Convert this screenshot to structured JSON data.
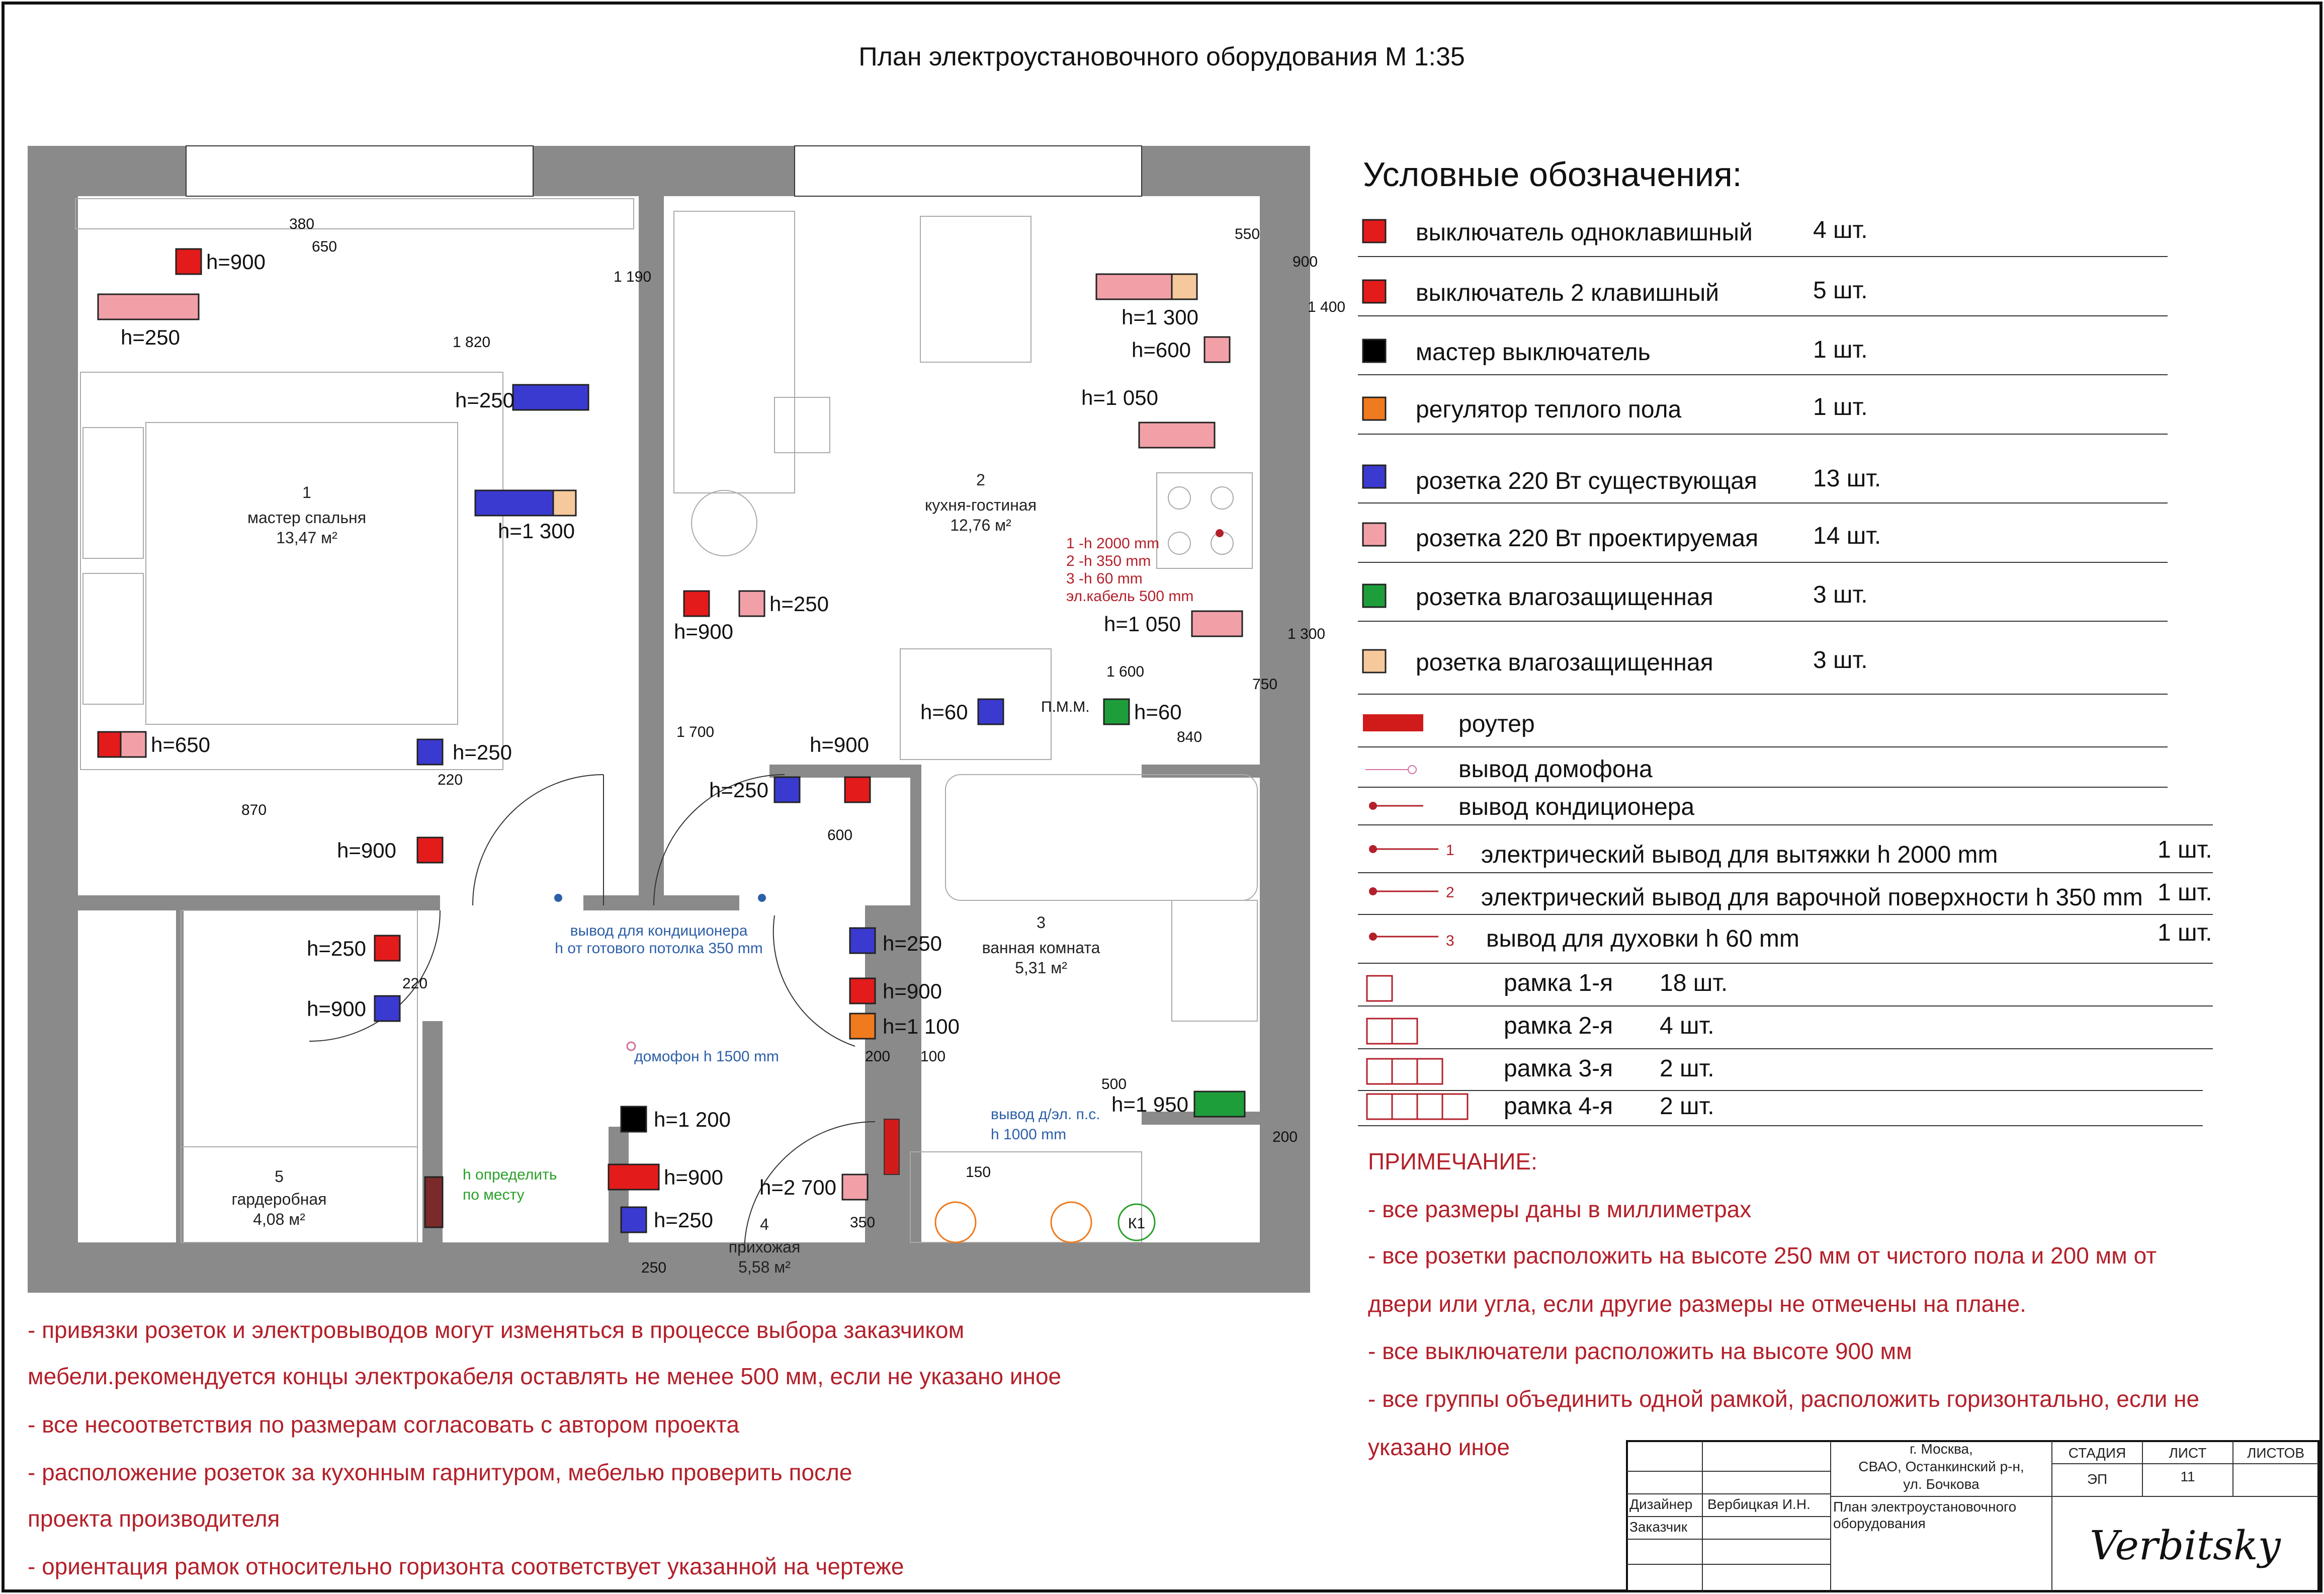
{
  "title": "План электроустановочного оборудования М 1:35",
  "rooms": [
    {
      "num": "1",
      "name": "мастер спальня",
      "area": "13,47 м²"
    },
    {
      "num": "2",
      "name": "кухня-гостиная",
      "area": "12,76 м²"
    },
    {
      "num": "3",
      "name": "ванная комната",
      "area": "5,31 м²"
    },
    {
      "num": "4",
      "name": "прихожая",
      "area": "5,58 м²"
    },
    {
      "num": "5",
      "name": "гардеробная",
      "area": "4,08 м²"
    }
  ],
  "heights": [
    "h=900",
    "h=250",
    "h=250",
    "h=1 300",
    "h=650",
    "h=250",
    "h=900",
    "h=900",
    "h=250",
    "h=900",
    "h=250",
    "h=1 300",
    "h=600",
    "h=1 050",
    "h=1 050",
    "h=60",
    "h=60",
    "h=250",
    "h=900",
    "h=250",
    "h=900",
    "h=1 100",
    "h=1 950",
    "h=1 200",
    "h=900",
    "h=250",
    "h=2 700"
  ],
  "dims": [
    "380",
    "650",
    "1 190",
    "1 820",
    "870",
    "220",
    "220",
    "1 700",
    "600",
    "550",
    "900",
    "1 400",
    "1 300",
    "750",
    "1 600",
    "840",
    "200",
    "100",
    "500",
    "150",
    "350",
    "250",
    "200"
  ],
  "kitchen_note": [
    "1 -h 2000 mm",
    "2 -h 350 mm",
    "3 -h 60 mm",
    "эл.кабель 500 mm"
  ],
  "notes_plan": {
    "ac": "вывод для кондиционера",
    "ac_h": "h от готового потолка 350 mm",
    "intercom": "домофон h 1500 mm",
    "drain": "вывод д/эл. п.с.",
    "drain_h": "h 1000 mm",
    "place": "h определить",
    "place2": "по месту",
    "pmm": "П.М.М.",
    "k1": "К1"
  },
  "legend": {
    "title": "Условные обозначения:",
    "items": [
      {
        "label": "выключатель одноклавишный",
        "count": "4 шт.",
        "color": "#e31b1b"
      },
      {
        "label": "выключатель 2 клавишный",
        "count": "5 шт.",
        "color": "#e31b1b"
      },
      {
        "label": "мастер выключатель",
        "count": "1 шт.",
        "color": "#000000"
      },
      {
        "label": "регулятор теплого пола",
        "count": "1 шт.",
        "color": "#f07a1e"
      },
      {
        "label": "розетка 220 Вт существующая",
        "count": "13 шт.",
        "color": "#3a3ad0"
      },
      {
        "label": "розетка 220 Вт проектируемая",
        "count": "14 шт.",
        "color": "#f2a0a8"
      },
      {
        "label": "розетка влагозащищенная",
        "count": "3 шт.",
        "color": "#1e9e3a"
      },
      {
        "label": "розетка влагозащищенная",
        "count": "3 шт.",
        "color": "#f5c99c"
      }
    ],
    "other": [
      {
        "label": "роутер"
      },
      {
        "label": "вывод домофона"
      },
      {
        "label": "вывод кондиционера"
      }
    ],
    "outlets": [
      {
        "num": "1",
        "label": "электрический вывод для вытяжки h 2000 mm",
        "count": "1 шт."
      },
      {
        "num": "2",
        "label": "электрический вывод для варочной поверхности h 350 mm",
        "count": "1 шт."
      },
      {
        "num": "3",
        "label": "вывод для духовки h 60 mm",
        "count": "1 шт."
      }
    ],
    "frames": [
      {
        "label": "рамка 1-я",
        "count": "18 шт."
      },
      {
        "label": "рамка 2-я",
        "count": "4 шт."
      },
      {
        "label": "рамка 3-я",
        "count": "2 шт."
      },
      {
        "label": "рамка 4-я",
        "count": "2 шт."
      }
    ]
  },
  "remarks": {
    "title": "ПРИМЕЧАНИЕ:",
    "lines": [
      "- все размеры даны в миллиметрах",
      "- все розетки расположить на высоте 250 мм от чистого пола и 200 мм от",
      "двери или угла, если другие размеры не отмечены на плане.",
      "- все выключатели расположить на высоте 900 мм",
      "- все группы объединить одной рамкой, расположить горизонтально, если не",
      "указано иное"
    ]
  },
  "bottom_notes": [
    "- привязки розеток и электровыводов могут изменяться в процессе выбора заказчиком",
    "мебели.рекомендуется концы электрокабеля оставлять не менее 500 мм, если не указано иное",
    "- все несоответствия по размерам согласовать с автором проекта",
    "- расположение розеток за кухонным гарнитуром, мебелью проверить после",
    "проекта производителя",
    "- ориентация рамок относительно горизонта соответствует указанной на чертеже"
  ],
  "stamp": {
    "address": [
      "г. Москва,",
      "СВАО, Останкинский р-н,",
      "ул. Бочкова"
    ],
    "stage_h": "СТАДИЯ",
    "sheet_h": "ЛИСТ",
    "sheets_h": "ЛИСТОВ",
    "stage": "ЭП",
    "sheet": "11",
    "designer_h": "Дизайнер",
    "designer": "Вербицкая И.Н.",
    "client_h": "Заказчик",
    "doc": [
      "План электроустановочного",
      "оборудования"
    ],
    "brand": "Verbitsky"
  }
}
